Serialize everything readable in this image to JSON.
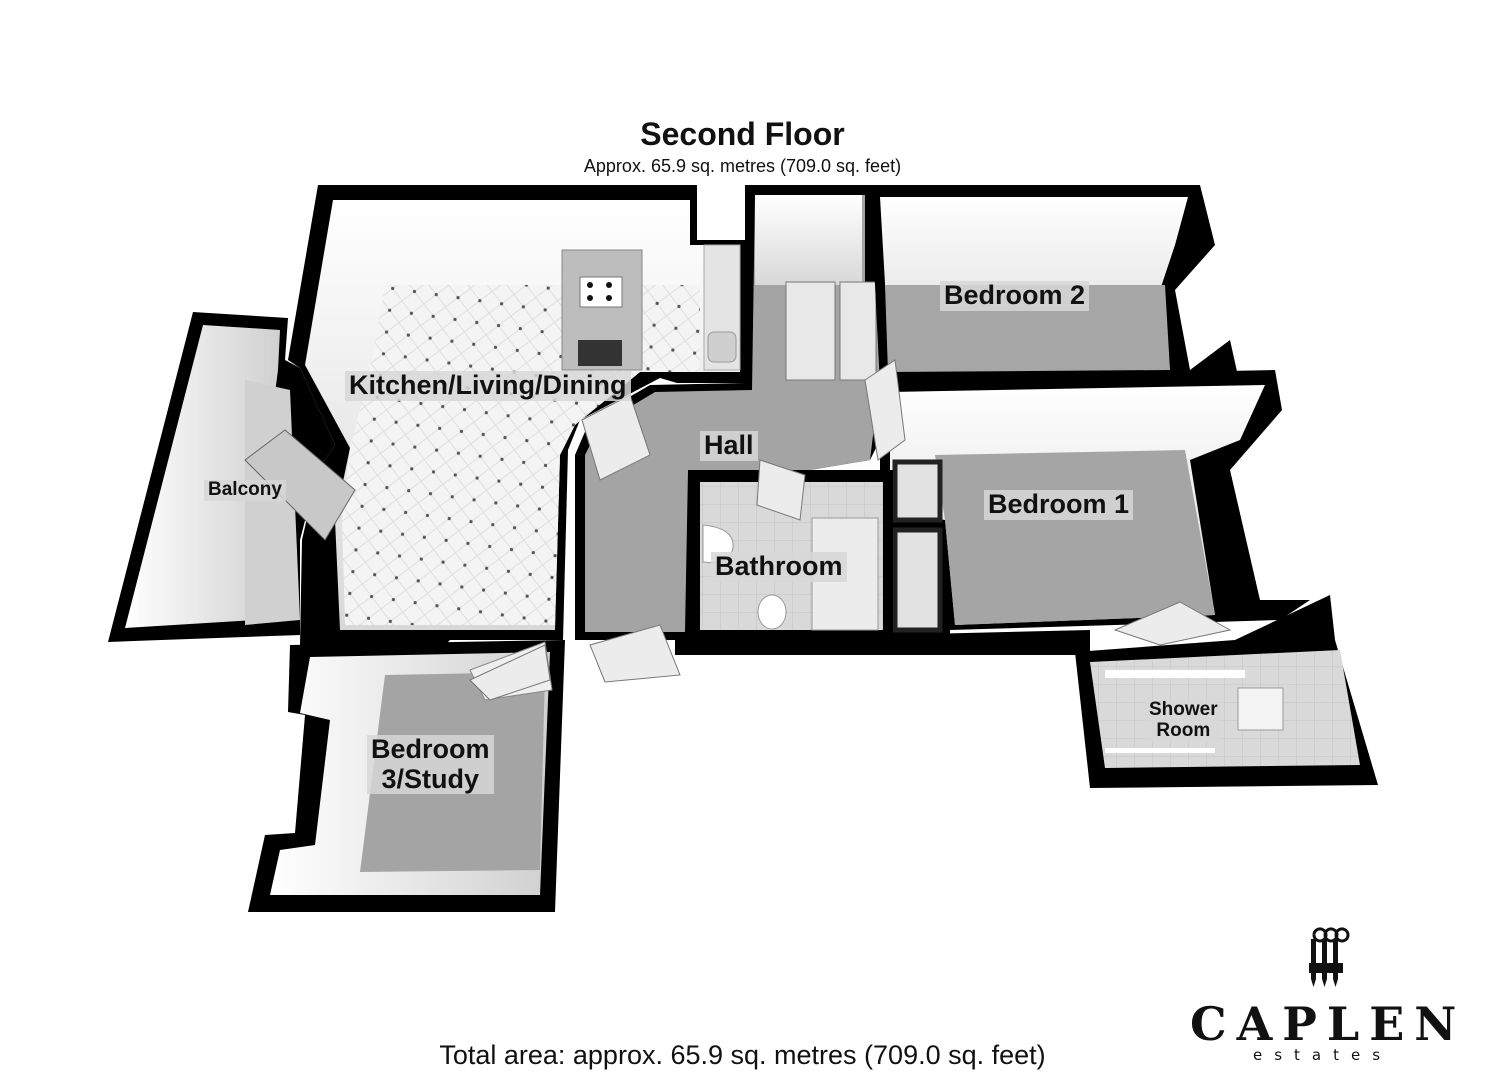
{
  "header": {
    "title": "Second Floor",
    "subtitle": "Approx. 65.9 sq. metres (709.0 sq. feet)"
  },
  "rooms": [
    {
      "id": "kitchen",
      "label": "Kitchen/Living/Dining"
    },
    {
      "id": "bedroom2",
      "label": "Bedroom 2"
    },
    {
      "id": "hall",
      "label": "Hall"
    },
    {
      "id": "balcony",
      "label": "Balcony"
    },
    {
      "id": "bedroom1",
      "label": "Bedroom 1"
    },
    {
      "id": "bathroom",
      "label": "Bathroom"
    },
    {
      "id": "bedroom3_line1",
      "label": "Bedroom"
    },
    {
      "id": "bedroom3_line2",
      "label": "3/Study"
    },
    {
      "id": "shower_line1",
      "label": "Shower"
    },
    {
      "id": "shower_line2",
      "label": "Room"
    }
  ],
  "footer": {
    "total_area": "Total area: approx. 65.9 sq. metres (709.0 sq. feet)"
  },
  "logo": {
    "name": "CAPLEN",
    "tagline": "estates"
  },
  "colors": {
    "wall": "#000000",
    "floor_carpet": "#a8a8a8",
    "floor_tile": "#f2f2f2",
    "inner_wall": "#ececec",
    "label_bg": "#d7d7d7"
  }
}
